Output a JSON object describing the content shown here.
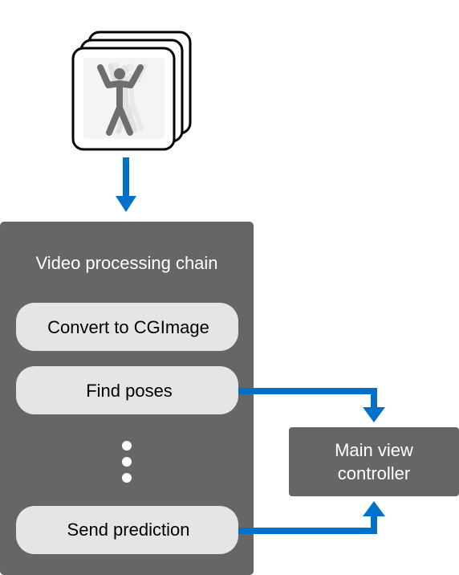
{
  "chain": {
    "title": "Video processing chain",
    "steps": [
      "Convert to CGImage",
      "Find poses",
      "Send prediction"
    ]
  },
  "controller": {
    "label_line1": "Main view",
    "label_line2": "controller"
  },
  "icons": {
    "input": "video-frames-stack-icon",
    "continuation": "vertical-ellipsis-icon"
  },
  "colors": {
    "arrow": "#0070C9",
    "panel": "#666666",
    "step_fill": "#E5E5E5",
    "frame_outline": "#000000",
    "figure": "#6E6E6E"
  }
}
